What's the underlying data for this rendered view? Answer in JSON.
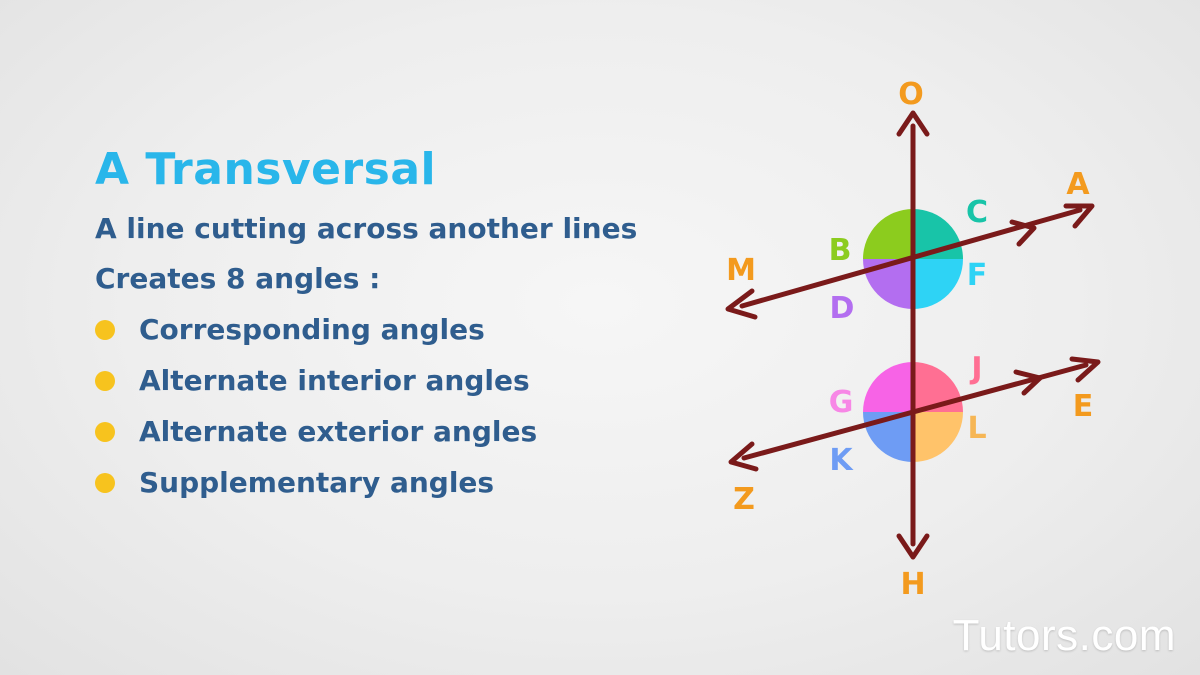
{
  "content": {
    "title": "A Transversal",
    "subtitle": "A line cutting across another lines",
    "angles_intro": "Creates 8 angles :",
    "bullets": [
      "Corresponding angles",
      "Alternate interior angles",
      "Alternate exterior angles",
      "Supplementary angles"
    ]
  },
  "diagram": {
    "labels": {
      "O": "O",
      "H": "H",
      "A": "A",
      "M": "M",
      "E": "E",
      "Z": "Z",
      "B": "B",
      "C": "C",
      "D": "D",
      "F": "F",
      "G": "G",
      "J": "J",
      "K": "K",
      "L": "L"
    },
    "colors": {
      "line": "#7a1a1a",
      "endpoint_label": "#f39a1e",
      "upper_top_left": "#8ccc1e",
      "upper_top_right": "#18c4a8",
      "upper_bottom_left": "#b36ef0",
      "upper_bottom_right": "#2ed3f5",
      "lower_top_left": "#f763e6",
      "lower_top_right": "#ff6f93",
      "lower_bottom_left": "#6e9cf4",
      "lower_bottom_right": "#ffc36a",
      "label_B": "#8ccc1e",
      "label_C": "#18c4a8",
      "label_D": "#b36ef0",
      "label_F": "#2ed3f5",
      "label_G": "#f787e6",
      "label_J": "#ff6f93",
      "label_K": "#6e9cf4",
      "label_L": "#f6b655"
    }
  },
  "branding": {
    "watermark": "Tutors.com"
  }
}
